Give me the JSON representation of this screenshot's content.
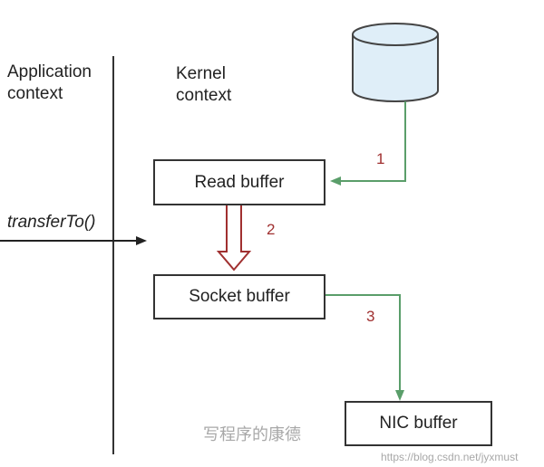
{
  "labels": {
    "application_context": [
      "Application",
      "context"
    ],
    "kernel_context": [
      "Kernel",
      "context"
    ],
    "call": "transferTo()"
  },
  "boxes": {
    "read_buffer": "Read buffer",
    "socket_buffer": "Socket buffer",
    "nic_buffer": "NIC buffer"
  },
  "steps": [
    "1",
    "2",
    "3"
  ],
  "watermark": {
    "name": "写程序的康德",
    "url": "https://blog.csdn.net/jyxmust"
  },
  "colors": {
    "flow_arrow": "#5a9e6a",
    "step_number": "#a03030",
    "disk_fill": "#dfeef8"
  }
}
